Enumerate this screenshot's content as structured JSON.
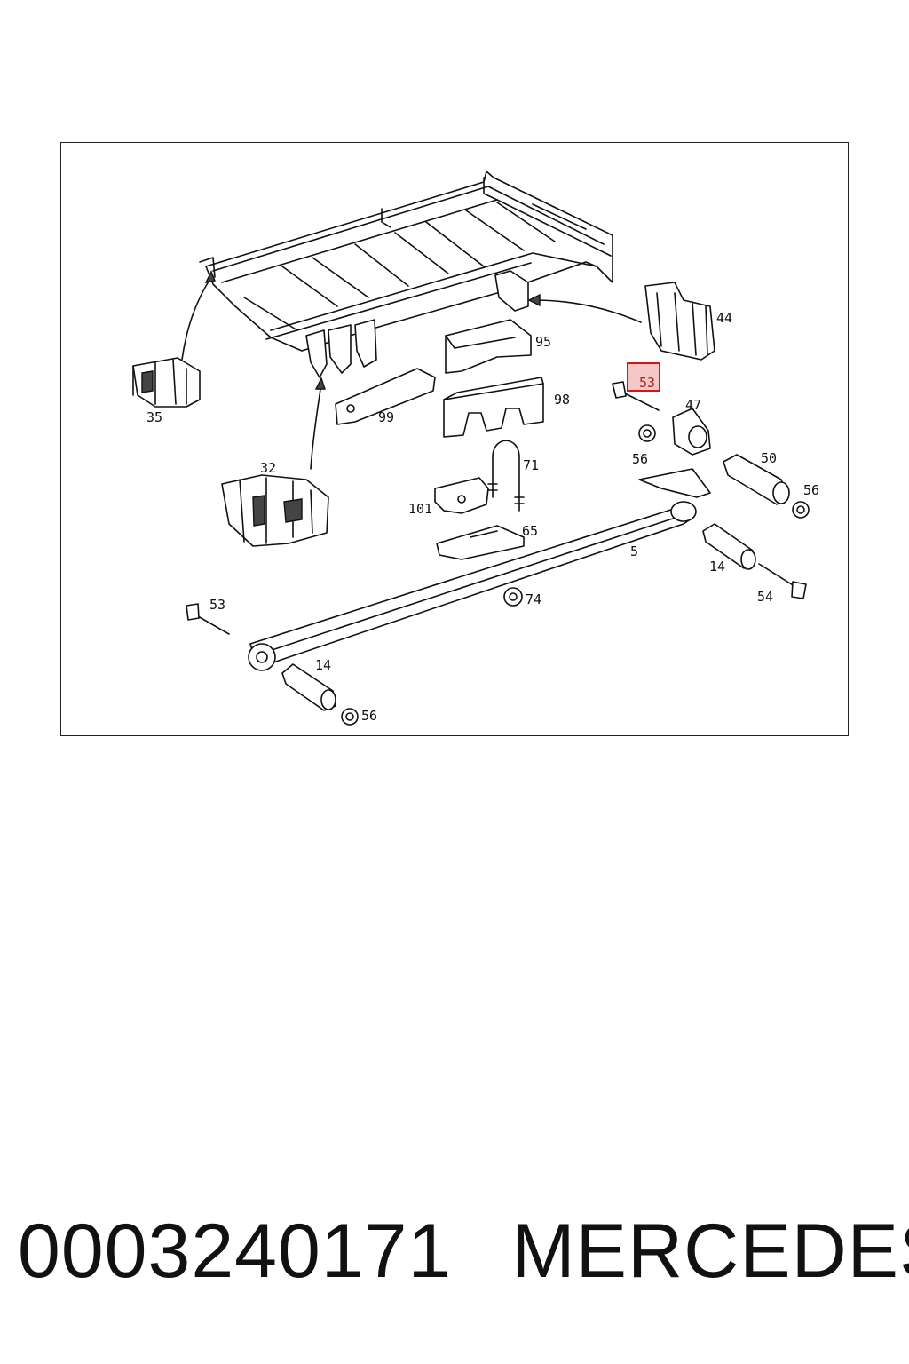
{
  "diagram": {
    "labels": {
      "p35": "35",
      "p32": "32",
      "p44": "44",
      "p95": "95",
      "p99": "99",
      "p98": "98",
      "p53_highlight": "53",
      "p47": "47",
      "p56_upper": "56",
      "p50": "50",
      "p56_right": "56",
      "p71": "71",
      "p101": "101",
      "p65": "65",
      "p5": "5",
      "p14_right": "14",
      "p54": "54",
      "p74": "74",
      "p53_left": "53",
      "p14_left": "14",
      "p56_bottom": "56"
    },
    "highlighted_part": "53"
  },
  "footer": {
    "part_number": "0003240171",
    "brand": "MERCEDES"
  }
}
